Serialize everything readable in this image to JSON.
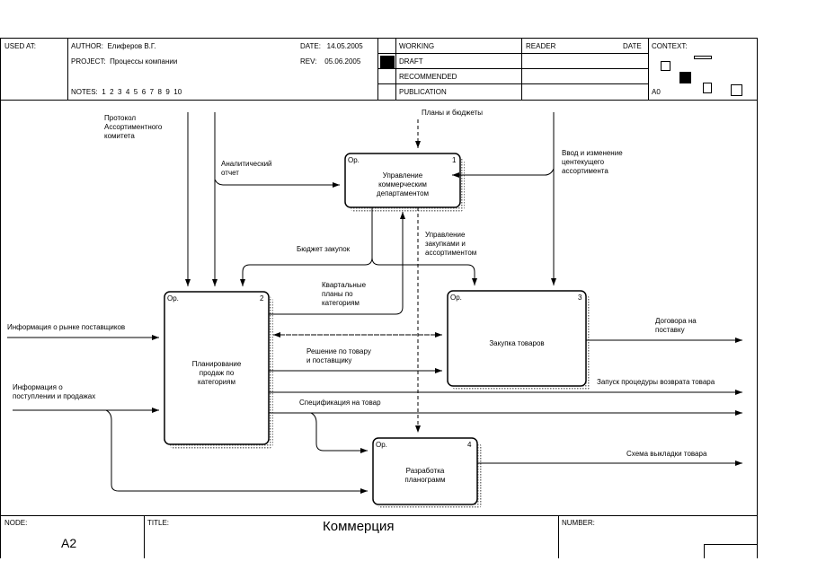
{
  "header": {
    "used_at_label": "USED AT:",
    "author": "AUTHOR:  Елиферов В.Г.",
    "project": "PROJECT:  Процессы компании",
    "notes": "NOTES:  1  2  3  4  5  6  7  8  9  10",
    "date": "DATE:   14.05.2005",
    "rev": "REV:    05.06.2005",
    "status": [
      "WORKING",
      "DRAFT",
      "RECOMMENDED",
      "PUBLICATION"
    ],
    "reader": "READER",
    "reader_date": "DATE",
    "context": "CONTEXT:",
    "context_node": "A0"
  },
  "footer": {
    "node_label": "NODE:",
    "node_value": "A2",
    "title_label": "TITLE:",
    "title_value": "Коммерция",
    "number_label": "NUMBER:"
  },
  "boxes": [
    {
      "id": "b1",
      "op": "Ор.",
      "num": "1",
      "label": "Управление\nкоммерческим\nдепартаментом"
    },
    {
      "id": "b2",
      "op": "Ор.",
      "num": "2",
      "label": "Планирование\nпродаж по\nкатегориям"
    },
    {
      "id": "b3",
      "op": "Ор.",
      "num": "3",
      "label": "Закупка товаров"
    },
    {
      "id": "b4",
      "op": "Ор.",
      "num": "4",
      "label": "Разработка\nпланограмм"
    }
  ],
  "arrows": {
    "protocol": "Протокол\nАссортиментного\nкомитета",
    "analytic": "Аналитический\nотчет",
    "plans_budgets": "Планы и бюджеты",
    "input_change": "Ввод и изменение\nцентекущего\nассортимента",
    "budget_purchase": "Бюджет закупок",
    "manage_purchase": "Управление\nзакупками и\nассортиментом",
    "quarter_plans": "Квартальные\nпланы по\nкатегориям",
    "market_info": "Информация о рынке поставщиков",
    "decision": "Решение по товару\nи поставщику",
    "contracts": "Договора на\nпоставку",
    "return_launch": "Запуск процедуры возврата товара",
    "receipt_info": "Информация о\nпоступлении и продажах",
    "spec": "Спецификация на товар",
    "layout_scheme": "Схема выкладки товара"
  }
}
